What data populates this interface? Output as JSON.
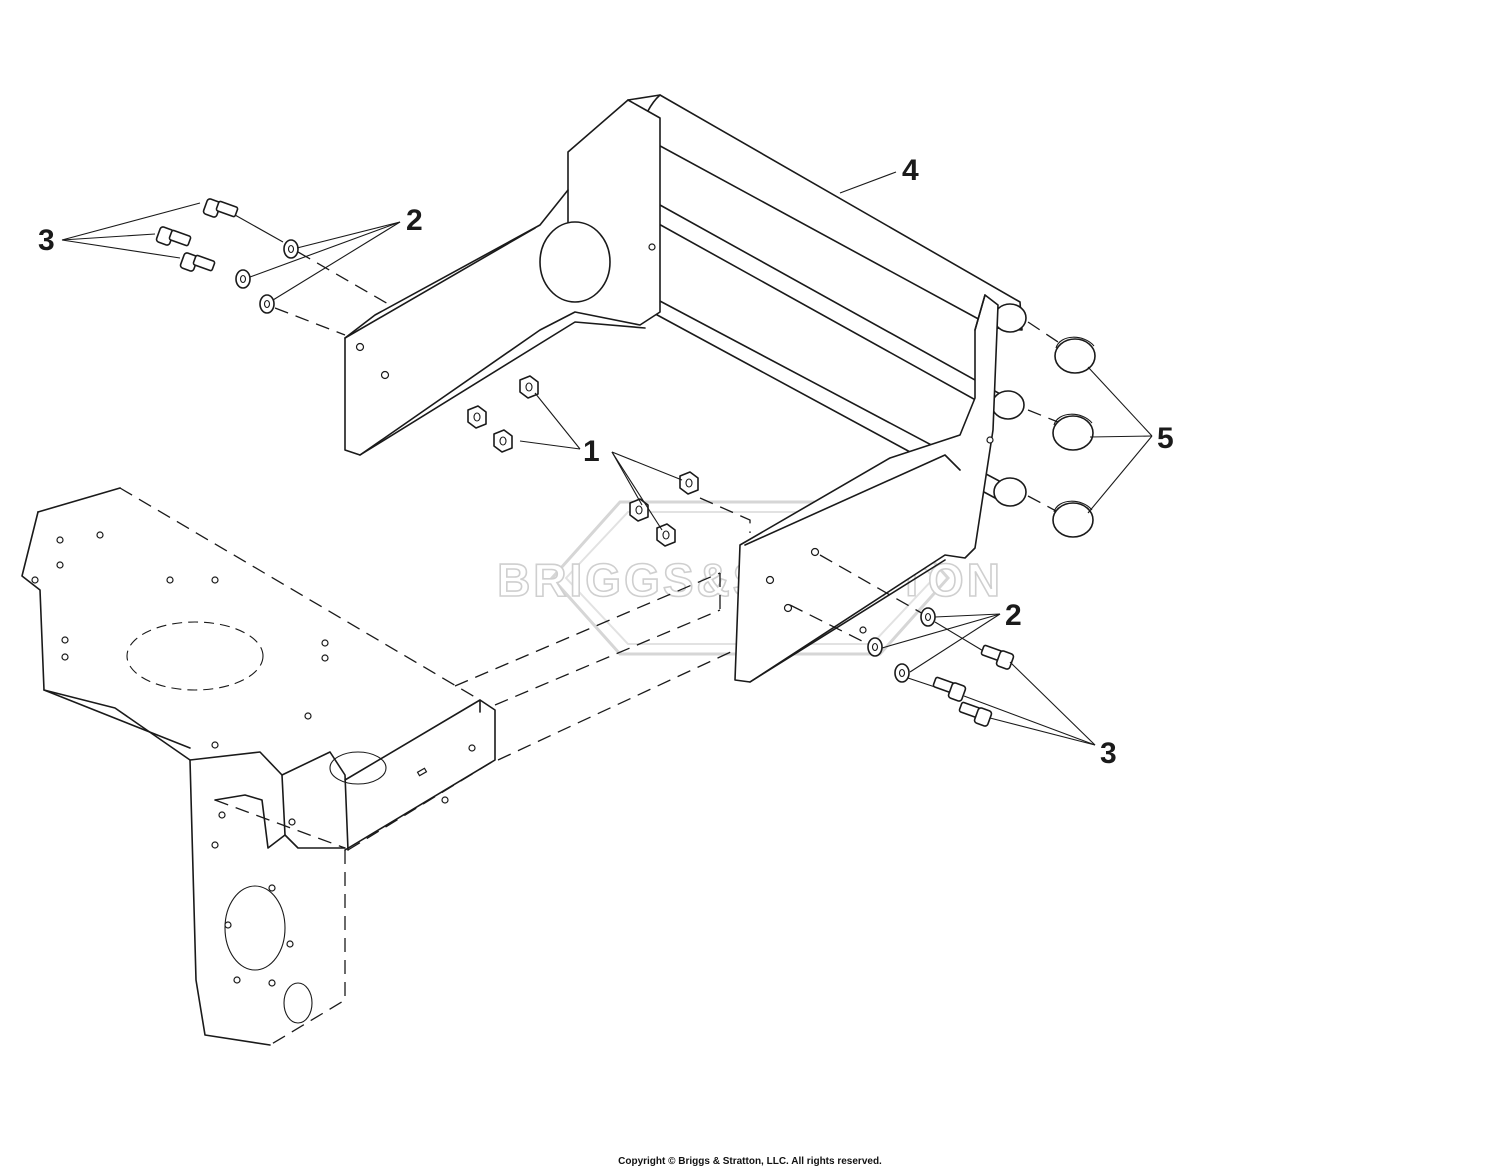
{
  "diagram": {
    "watermark_text": "BRIGGS&STRATTON",
    "callouts": [
      {
        "id": "callout-3-left",
        "label": "3"
      },
      {
        "id": "callout-2-left",
        "label": "2"
      },
      {
        "id": "callout-4",
        "label": "4"
      },
      {
        "id": "callout-1",
        "label": "1"
      },
      {
        "id": "callout-5",
        "label": "5"
      },
      {
        "id": "callout-2-right",
        "label": "2"
      },
      {
        "id": "callout-3-right",
        "label": "3"
      }
    ]
  },
  "footer": {
    "copyright": "Copyright © Briggs & Stratton, LLC. All rights reserved."
  }
}
